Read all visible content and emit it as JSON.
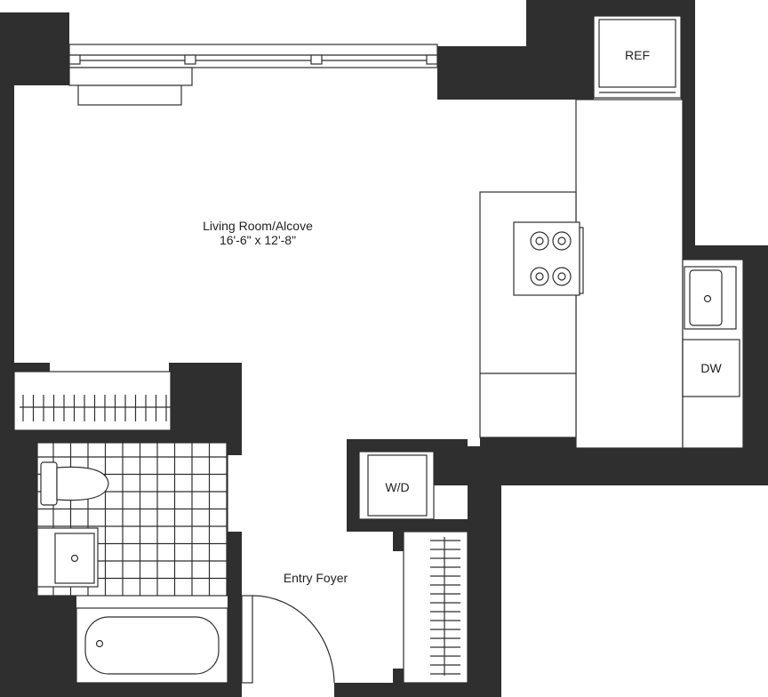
{
  "colors": {
    "wall": "#2f2f2f",
    "background": "#ffffff",
    "line": "#2f2f2f"
  },
  "labels": {
    "living_room": "Living Room/Alcove",
    "living_room_dims": "16'-6\" x 12'-8\"",
    "entry_foyer": "Entry Foyer",
    "refrigerator": "REF",
    "dishwasher": "DW",
    "washer_dryer": "W/D"
  }
}
